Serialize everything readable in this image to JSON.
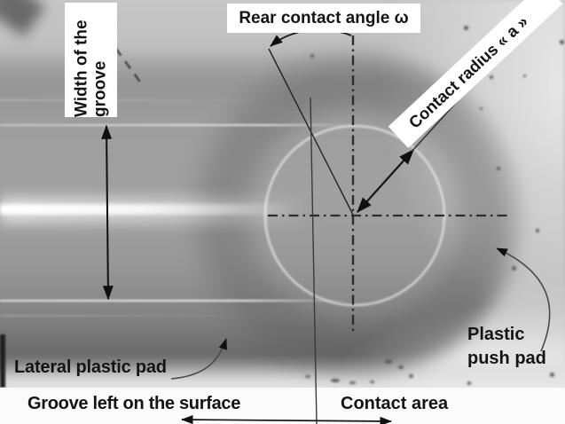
{
  "figure_labels": {
    "groove_width": "Width of the groove",
    "rear_contact_angle": "Rear contact angle ω",
    "contact_radius": "Contact radius « a »",
    "lateral_pad": "Lateral plastic pad",
    "push_pad": "Plastic push pad",
    "groove_left": "Groove left on the surface",
    "contact_area": "Contact area"
  },
  "colors": {
    "label_background": "#ffffff",
    "annotation_ink": "#111111",
    "caption_band_background": "#fbfbfb"
  }
}
